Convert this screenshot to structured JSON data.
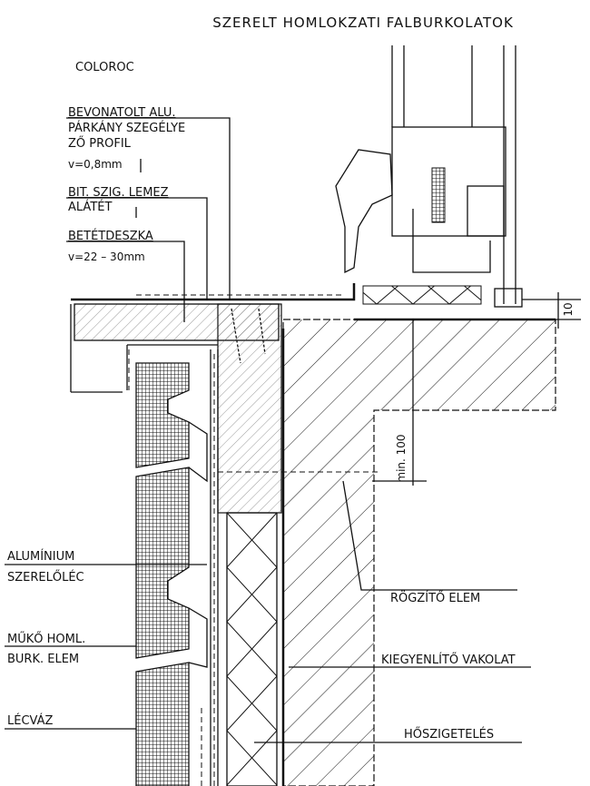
{
  "title": "SZERELT HOMLOKZATI FALBURKOLATOK",
  "subtitle": "COLOROC",
  "labels": {
    "alu_profile": [
      "BEVONATOLT ALU.",
      "PÁRKÁNY SZEGÉLYE",
      "ZŐ PROFIL",
      "v=0,8mm"
    ],
    "bit_sheet": [
      "BIT. SZIG. LEMEZ",
      "ALÁTÉT"
    ],
    "insert_board": [
      "BETÉTDESZKA",
      "v=22 – 30mm"
    ],
    "alu_rail": [
      "ALUMÍNIUM",
      "SZERELŐLÉC"
    ],
    "stone_element": [
      "MŰKŐ HOML.",
      "BURK. ELEM"
    ],
    "batten_frame": [
      "LÉCVÁZ"
    ],
    "fixing_element": [
      "RÖGZÍTŐ ELEM"
    ],
    "leveling_plaster": [
      "KIEGYENLÍTŐ VAKOLAT"
    ],
    "insulation": [
      "HŐSZIGETELÉS"
    ]
  },
  "dimensions": {
    "sill_gap": "10",
    "min_overlap": "min. 100"
  }
}
